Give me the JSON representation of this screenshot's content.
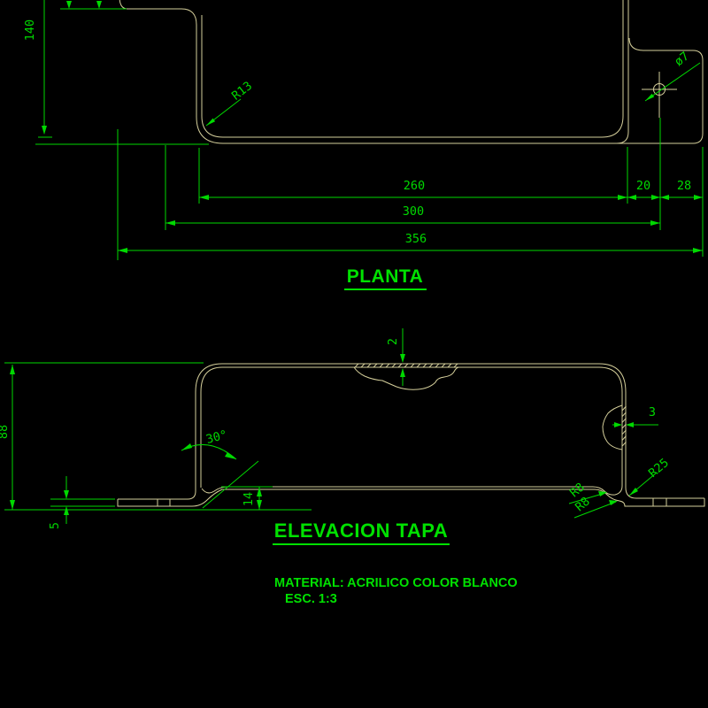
{
  "colors": {
    "background": "#000000",
    "part_line": "#d5cf9b",
    "dimension_green": "#00d900",
    "title_green": "#00e100"
  },
  "plan": {
    "title": "PLANTA",
    "dims": {
      "height": "140",
      "inner_width": "260",
      "hole_offset": "20",
      "tab_width": "28",
      "mid_width": "300",
      "total_width": "356"
    },
    "labels": {
      "corner_radius": "R13",
      "hole_diameter": "ø7"
    }
  },
  "elevation": {
    "title": "ELEVACION TAPA",
    "dims": {
      "total_height": "88",
      "flange_thickness": "5",
      "foot_height": "14",
      "bend_angle": "30°",
      "top_thickness": "2",
      "wall_thickness": "3"
    },
    "labels": {
      "radius_r25": "R25",
      "radius_r8_a": "R8",
      "radius_r8_b": "R8"
    }
  },
  "notes": {
    "material": "MATERIAL:  ACRILICO COLOR BLANCO",
    "scale": "ESC. 1:3"
  }
}
